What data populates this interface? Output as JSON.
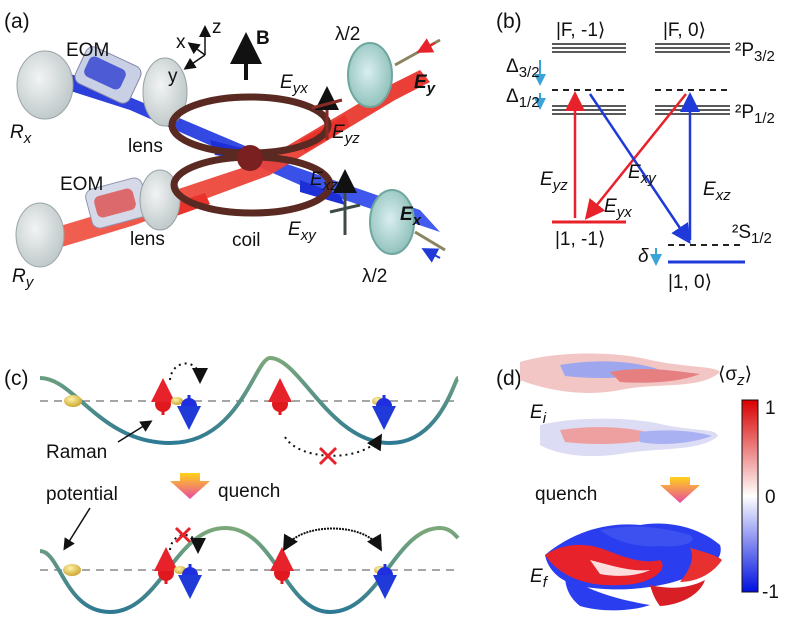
{
  "colors": {
    "red_beam": "#e8322a",
    "blue_beam": "#1d2fd6",
    "coil": "#5a2a22",
    "lattice": "#4f8f84",
    "atom": "#e6c54a",
    "spin_up": "#e0191f",
    "spin_down": "#1f2fe0",
    "level_red": "#e8222a",
    "level_blue": "#1f3ad8",
    "delta_marker": "#3aa3d8"
  },
  "panel_a": {
    "label": "(a)",
    "eom_top": "EOM",
    "eom_bottom": "EOM",
    "lens_top": "lens",
    "lens_bottom": "lens",
    "coil": "coil",
    "rx": "R",
    "rx_sub": "x",
    "ry": "R",
    "ry_sub": "y",
    "axis_x": "x",
    "axis_y": "y",
    "axis_z": "z",
    "bfield": "B",
    "lambda_top": "λ/2",
    "lambda_bottom": "λ/2",
    "ey": "E",
    "ey_sub": "y",
    "ex": "E",
    "ex_sub": "x",
    "eyx": "E",
    "eyx_sub": "yx",
    "eyz": "E",
    "eyz_sub": "yz",
    "exz": "E",
    "exz_sub": "xz",
    "exy": "E",
    "exy_sub": "xy"
  },
  "panel_b": {
    "label": "(b)",
    "level_f_minus1": "|F, -1⟩",
    "level_f_0": "|F, 0⟩",
    "p32": "²P",
    "p32_sub": "3/2",
    "p12": "²P",
    "p12_sub": "1/2",
    "s12": "²S",
    "s12_sub": "1/2",
    "delta32": "Δ",
    "delta32_sub": "3/2",
    "delta12": "Δ",
    "delta12_sub": "1/2",
    "eyz": "E",
    "eyz_sub": "yz",
    "eyx": "E",
    "eyx_sub": "yx",
    "exy": "E",
    "exy_sub": "xy",
    "exz": "E",
    "exz_sub": "xz",
    "state_1_m1": "|1, -1⟩",
    "state_1_0": "|1, 0⟩",
    "small_delta": "δ"
  },
  "panel_c": {
    "label": "(c)",
    "raman": "Raman",
    "potential": "potential",
    "quench": "quench"
  },
  "panel_d": {
    "label": "(d)",
    "ei": "E",
    "ei_sub": "i",
    "ef": "E",
    "ef_sub": "f",
    "quench": "quench",
    "colorbar_title": "⟨σ",
    "colorbar_title_sub": "z",
    "colorbar_title_end": "⟩",
    "tick_top": "1",
    "tick_mid": "0",
    "tick_bottom": "-1"
  }
}
